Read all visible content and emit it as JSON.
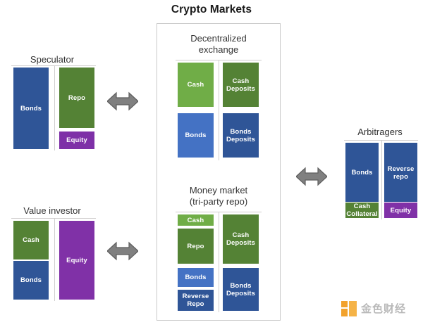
{
  "title": "Crypto Markets",
  "groups": {
    "speculator": {
      "title": "Speculator",
      "assets": [
        {
          "label": "Bonds",
          "color": "#2F5597"
        }
      ],
      "liabilities": [
        {
          "label": "Repo",
          "color": "#548235"
        },
        {
          "label": "Equity",
          "color": "#7E30A7"
        }
      ]
    },
    "value_investor": {
      "title": "Value investor",
      "assets": [
        {
          "label": "Cash",
          "color": "#548235"
        },
        {
          "label": "Bonds",
          "color": "#2F5597"
        }
      ],
      "liabilities": [
        {
          "label": "Equity",
          "color": "#8031A7"
        }
      ]
    },
    "dex": {
      "title_line1": "Decentralized",
      "title_line2": "exchange",
      "assets": [
        {
          "label": "Cash",
          "color": "#70AD47"
        },
        {
          "label": "Bonds",
          "color": "#4472C4"
        }
      ],
      "liabilities": [
        {
          "label": "Cash Deposits",
          "color": "#548235"
        },
        {
          "label": "Bonds Deposits",
          "color": "#2F5597"
        }
      ]
    },
    "money_market": {
      "title_line1": "Money market",
      "title_line2": "(tri-party repo)",
      "assets": [
        {
          "label": "Cash",
          "color": "#70AD47"
        },
        {
          "label": "Repo",
          "color": "#548235"
        },
        {
          "label": "Bonds",
          "color": "#4472C4"
        },
        {
          "label": "Reverse Repo",
          "color": "#2F5597"
        }
      ],
      "liabilities": [
        {
          "label": "Cash Deposits",
          "color": "#548235"
        },
        {
          "label": "Bonds Deposits",
          "color": "#2F5597"
        }
      ]
    },
    "arbitragers": {
      "title": "Arbitragers",
      "assets": [
        {
          "label": "Bonds",
          "color": "#2F5597"
        },
        {
          "label": "Cash Collateral",
          "color": "#548235"
        }
      ],
      "liabilities": [
        {
          "label": "Reverse repo",
          "color": "#2F5597"
        },
        {
          "label": "Equity",
          "color": "#8031A7"
        }
      ]
    }
  },
  "panel": {
    "name": "crypto-markets-panel"
  },
  "arrows": [
    {
      "name": "speculator-dex-arrow"
    },
    {
      "name": "value-investor-money-market-arrow"
    },
    {
      "name": "money-market-arbitragers-arrow"
    }
  ],
  "watermark": {
    "text": "金色财经",
    "color": "#F2A22C"
  },
  "colors": {
    "blue_dark": "#2F5597",
    "blue_light": "#4472C4",
    "green_dark": "#548235",
    "green_light": "#70AD47",
    "purple": "#8031A7",
    "arrow_gray": "#808080",
    "rule_gray": "#d0cece"
  }
}
